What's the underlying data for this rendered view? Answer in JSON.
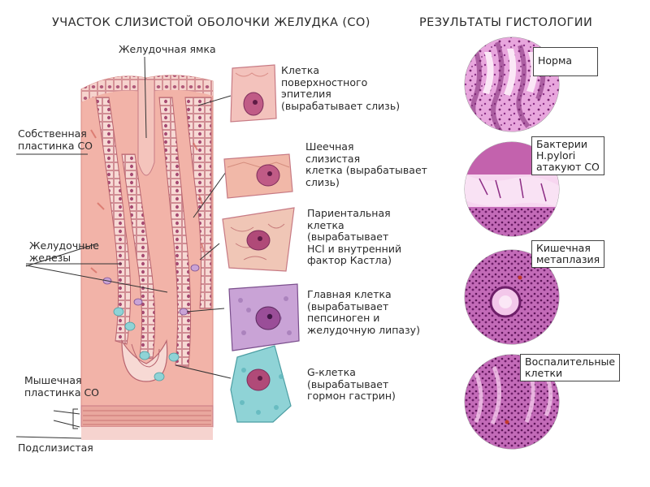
{
  "left_title": "УЧАСТОК СЛИЗИСТОЙ ОБОЛОЧКИ ЖЕЛУДКА (СО)",
  "right_title": "РЕЗУЛЬТАТЫ ГИСТОЛОГИИ",
  "structure_labels": {
    "gastric_pit": "Желудочная ямка",
    "lamina_propria": [
      "Собственная",
      "пластинка СО"
    ],
    "gastric_glands": [
      "Желудочные",
      "железы"
    ],
    "muscularis_mucosae": [
      "Мышечная",
      "пластинка СО"
    ],
    "submucosa": "Подслизистая"
  },
  "cells": [
    {
      "name": "surface-epithelium",
      "lines": [
        "Клетка",
        "поверхностного",
        "эпителия",
        "(вырабатывает слизь)"
      ]
    },
    {
      "name": "mucous-neck",
      "lines": [
        "Шеечная",
        "слизистая",
        "клетка (вырабатывает",
        "слизь)"
      ]
    },
    {
      "name": "parietal",
      "lines": [
        "Париентальная",
        "клетка",
        "(вырабатывает",
        "HCl и внутренний",
        "фактор Кастла)"
      ]
    },
    {
      "name": "chief",
      "lines": [
        "Главная клетка",
        "(вырабатывает",
        "пепсиноген и",
        "желудочную липазу)"
      ]
    },
    {
      "name": "g-cell",
      "lines": [
        "G-клетка",
        "(вырабатывает",
        "гормон гастрин)"
      ]
    }
  ],
  "histology": [
    {
      "name": "norm",
      "lines": [
        "Норма"
      ]
    },
    {
      "name": "h-pylori",
      "lines": [
        "Бактерии",
        "H.pylori",
        "атакуют СО"
      ]
    },
    {
      "name": "metaplasia",
      "lines": [
        "Кишечная",
        "метаплазия"
      ]
    },
    {
      "name": "inflammatory",
      "lines": [
        "Воспалительные",
        "клетки"
      ]
    }
  ],
  "colors": {
    "tissue": "#f2b3a8",
    "tissue_dark": "#e08f86",
    "epithelium": "#f6d3cf",
    "nucleus": "#b04a78",
    "parietal": "#f0c6b6",
    "chief": "#c9a3d6",
    "g_cell": "#8fd3d6",
    "histo_purple": "#b5459c",
    "histo_light": "#f3c7ea"
  }
}
